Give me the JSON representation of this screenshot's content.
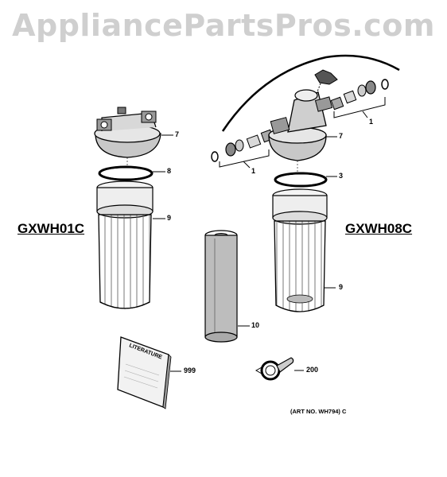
{
  "watermark": "AppliancePartsPros.com",
  "models": {
    "left": "GXWH01C",
    "right": "GXWH08C"
  },
  "callouts": {
    "head_left": "7",
    "head_right": "7",
    "oring_left": "8",
    "oring_right": "3",
    "housing_left": "9",
    "housing_right": "9",
    "fitting_left": "1",
    "fitting_right": "1",
    "cartridge": "10",
    "literature": "999",
    "wrench": "200"
  },
  "literature_label": "LITERATURE",
  "art_number": "(ART NO. WH794) C"
}
